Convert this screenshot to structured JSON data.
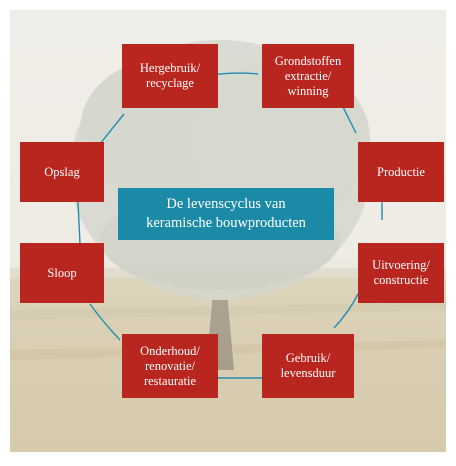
{
  "center": {
    "title": "De levenscyclus van\nkeramische bouwproducten"
  },
  "stages": [
    {
      "label": "Hergebruik/\nrecyclage"
    },
    {
      "label": "Grondstoffen\nextractie/\nwinning"
    },
    {
      "label": "Productie"
    },
    {
      "label": "Uitvoering/\nconstructie"
    },
    {
      "label": "Gebruik/\nlevensduur"
    },
    {
      "label": "Onderhoud/\nrenovatie/\nrestauratie"
    },
    {
      "label": "Sloop"
    },
    {
      "label": "Opslag"
    }
  ],
  "colors": {
    "stage_box": "#b8261f",
    "center_box": "#1b8aa6",
    "cycle_line": "#1f8fb0"
  }
}
